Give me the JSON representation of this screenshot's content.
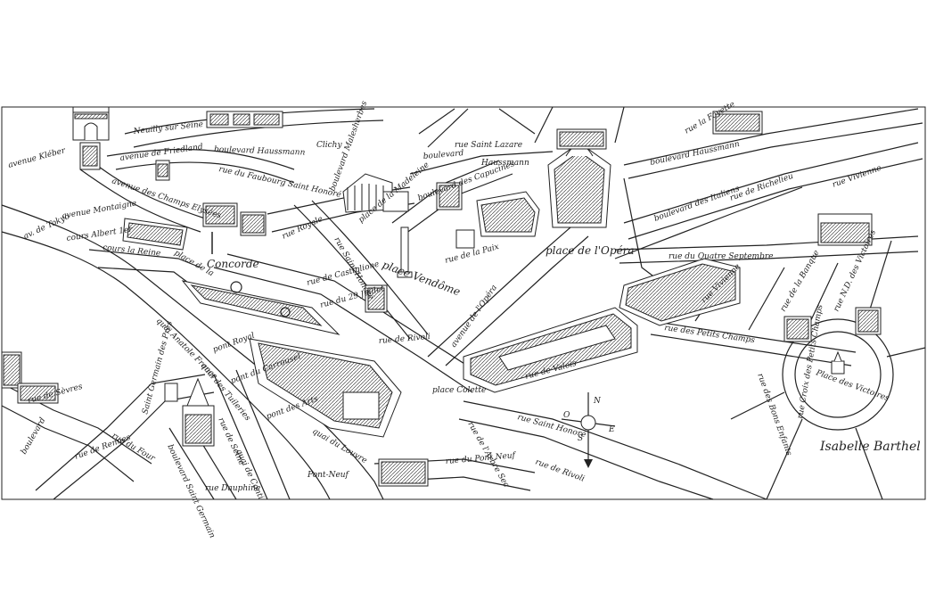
{
  "colors": {
    "ink": "#222222",
    "paper": "#ffffff"
  },
  "map": {
    "signature": "Isabelle Barthel",
    "compass": {
      "north": "N",
      "east": "E",
      "south": "S",
      "west": "O"
    },
    "labels": {
      "neuilly": "Neuilly sur Seine",
      "friedland": "avenue de Friedland",
      "kleber": "avenue Kléber",
      "champs": "avenue des Champs Elysées",
      "montaigne": "avenue Montaigne",
      "cours_albert": "cours Albert 1er",
      "cours_reine": "cours la Reine",
      "tokyo": "av. de Tokyo",
      "haussmann1": "boulevard Haussmann",
      "faubourg": "rue du Faubourg Saint Honoré",
      "clichy": "Clichy",
      "concorde": "Concorde",
      "place_concorde": "place de la",
      "royale": "rue Royale",
      "madeleine_bd": "boulevard Malesherbes",
      "place_madeleine": "place de la Madeleine",
      "saint_honore": "rue Saint Honoré",
      "castiglione": "rue de Castiglione",
      "rivoli": "rue de Rivoli",
      "juillet": "rue du 29 Juillet",
      "vendome": "place Vendôme",
      "paix": "rue de la Paix",
      "capucines": "boulevard des Capucines",
      "haussmann2": "Haussmann",
      "boulevard": "boulevard",
      "saint_lazare": "rue Saint Lazare",
      "opera": "place de l'Opéra",
      "av_opera": "avenue de l'Opéra",
      "italiens": "boulevard des Italiens",
      "richelieu": "rue de Richelieu",
      "vivienne1": "rue Vivienne",
      "quatre_septembre": "rue du Quatre Septembre",
      "haussmann3": "boulevard Haussmann",
      "lafayette": "rue la Fayette",
      "petits_champs": "rue des Petits Champs",
      "vivienne2": "rue Vivienne",
      "banque": "rue de la Banque",
      "nd_victoires": "rue N.D. des Victoires",
      "place_victoires": "Place des Victoires",
      "colette": "place Colette",
      "valois": "rue de Valois",
      "saint_honore2": "rue Saint Honoré",
      "arbre_sec": "rue de l'Arbre Sec",
      "pont_neuf_rue": "rue du Pont Neuf",
      "rivoli2": "rue de Rivoli",
      "croix_petits_champs": "rue Croix des Petits Champs",
      "bons_enfants": "rue des Bons Enfants",
      "louvre": "quai du Louvre",
      "quai_tuileries": "quai des Tuileries",
      "quai_france": "quai Anatole France",
      "pont_royal": "pont Royal",
      "pont_carrousel": "pont du Carrousel",
      "pont_arts": "pont des Arts",
      "pont_neuf": "Pont-Neuf",
      "saint_germain": "boulevard Saint Germain",
      "rennes": "rue de Rennes",
      "four": "rue du Four",
      "dauphine": "rue Dauphine",
      "conti": "quai de Conti",
      "seine_rive": "rue de Seine",
      "sevres": "rue de Sèvres",
      "boulevard_raspail": "boulevard",
      "saint_germain_church": "Saint Germain des Prés"
    }
  }
}
